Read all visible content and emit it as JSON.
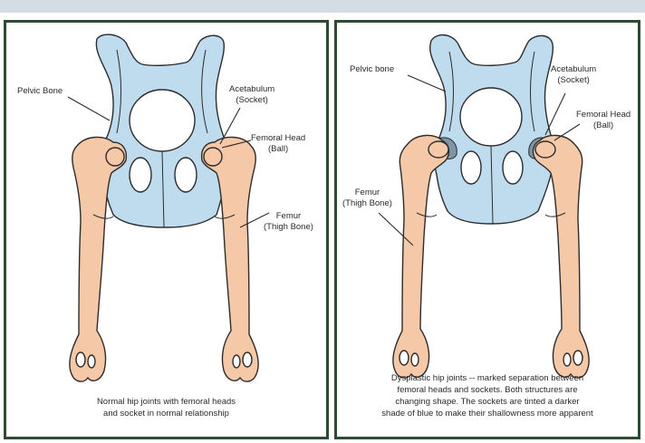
{
  "colors": {
    "pelvic_bone": "#bfdcef",
    "femur": "#f5c8a8",
    "dark_socket": "#7f95a5",
    "frame": "#2f4a33"
  },
  "left_panel": {
    "labels": {
      "pelvic_bone": "Pelvic Bone",
      "acetabulum_1": "Acetabulum",
      "acetabulum_2": "(Socket)",
      "femoral_head_1": "Femoral Head",
      "femoral_head_2": "(Ball)",
      "femur_1": "Femur",
      "femur_2": "(Thigh Bone)"
    },
    "caption_1": "Normal hip joints with femoral heads",
    "caption_2": "and socket in normal relationship"
  },
  "right_panel": {
    "labels": {
      "pelvic_bone": "Pelvic bone",
      "acetabulum_1": "Acetabulum",
      "acetabulum_2": "(Socket)",
      "femoral_head_1": "Femoral Head",
      "femoral_head_2": "(Ball)",
      "femur_1": "Femur",
      "femur_2": "(Thigh Bone)"
    },
    "caption_1": "Dysplastic hip joints -- marked separation between",
    "caption_2": "femoral heads and sockets.  Both structures are",
    "caption_3": "changing shape.  The sockets are tinted a darker",
    "caption_4": "shade of blue to make their shallowness more apparent"
  }
}
